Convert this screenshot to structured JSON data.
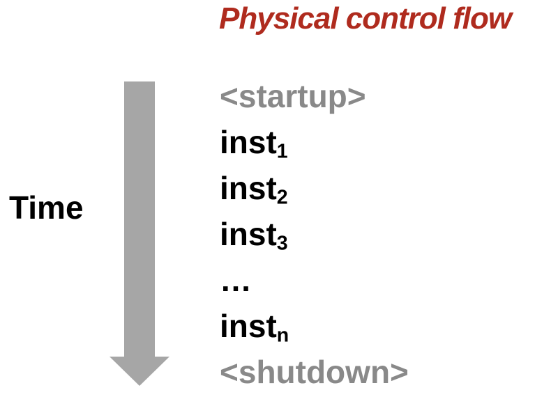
{
  "colors": {
    "title": "#af2b1e",
    "text": "#000000",
    "muted_text": "#898989",
    "arrow": "#a6a6a6"
  },
  "header": {
    "title": "Physical control flow"
  },
  "timeline": {
    "label": "Time",
    "icon": "down-arrow-icon"
  },
  "program": {
    "lines": [
      {
        "text": "<startup>",
        "muted": true
      },
      {
        "text": "inst",
        "sub": "1"
      },
      {
        "text": "inst",
        "sub": "2"
      },
      {
        "text": "inst",
        "sub": "3"
      },
      {
        "text": "…"
      },
      {
        "text": "inst",
        "sub": "n"
      },
      {
        "text": "<shutdown>",
        "muted": true
      }
    ]
  }
}
